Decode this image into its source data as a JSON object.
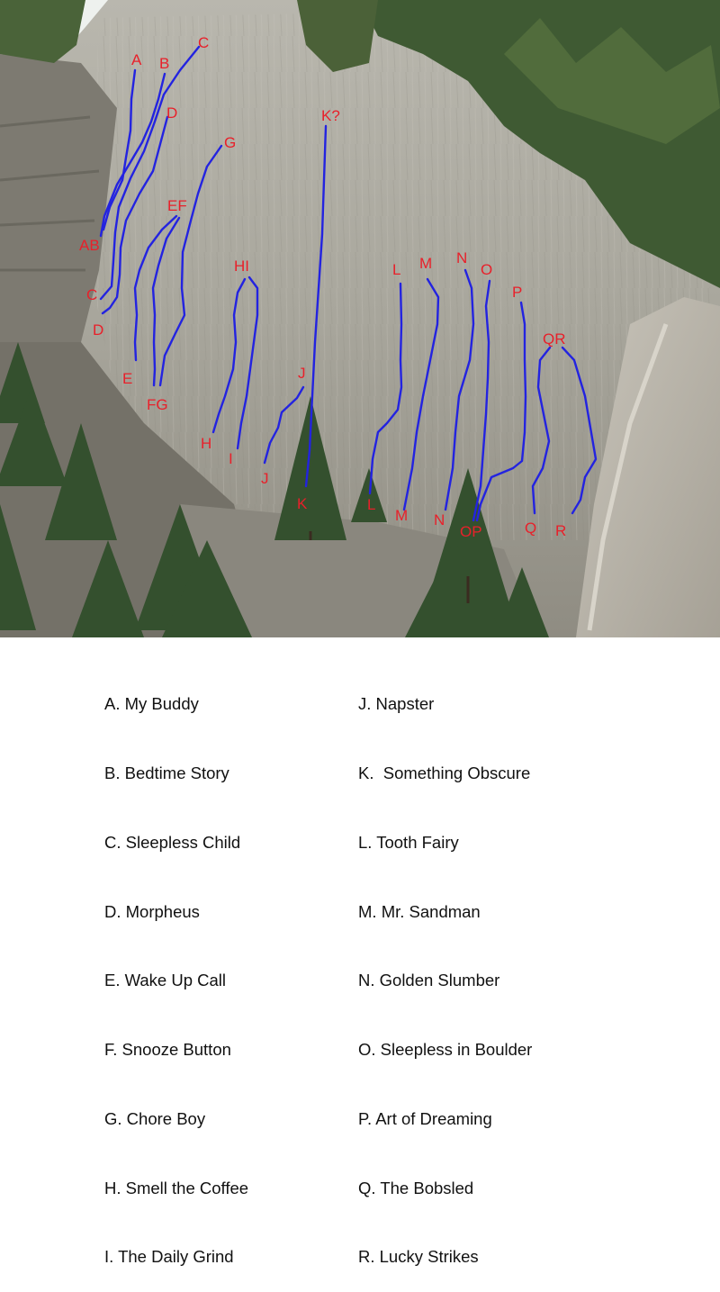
{
  "route_labels": [
    {
      "id": "A-top",
      "text": "A"
    },
    {
      "id": "B-top",
      "text": "B"
    },
    {
      "id": "C-top",
      "text": "C"
    },
    {
      "id": "D-top",
      "text": "D"
    },
    {
      "id": "G-top",
      "text": "G"
    },
    {
      "id": "K-top",
      "text": "K?"
    },
    {
      "id": "EF-top",
      "text": "EF"
    },
    {
      "id": "AB-bottom",
      "text": "AB"
    },
    {
      "id": "C-bottom",
      "text": "C"
    },
    {
      "id": "D-bottom",
      "text": "D"
    },
    {
      "id": "HI-top",
      "text": "HI"
    },
    {
      "id": "L-top",
      "text": "L"
    },
    {
      "id": "M-top",
      "text": "M"
    },
    {
      "id": "N-top",
      "text": "N"
    },
    {
      "id": "O-top",
      "text": "O"
    },
    {
      "id": "P-top",
      "text": "P"
    },
    {
      "id": "QR-top",
      "text": "QR"
    },
    {
      "id": "E-bottom",
      "text": "E"
    },
    {
      "id": "FG-bottom",
      "text": "FG"
    },
    {
      "id": "J-top",
      "text": "J"
    },
    {
      "id": "H-bottom",
      "text": "H"
    },
    {
      "id": "I-bottom",
      "text": "I"
    },
    {
      "id": "J-bottom",
      "text": "J"
    },
    {
      "id": "K-bottom",
      "text": "K"
    },
    {
      "id": "L-bottom",
      "text": "L"
    },
    {
      "id": "M-bottom",
      "text": "M"
    },
    {
      "id": "N-bottom",
      "text": "N"
    },
    {
      "id": "OP-bottom",
      "text": "OP"
    },
    {
      "id": "Q-bottom",
      "text": "Q"
    },
    {
      "id": "R-bottom",
      "text": "R"
    }
  ],
  "legend": {
    "left": [
      "A. My Buddy",
      "B. Bedtime Story",
      "C. Sleepless Child",
      "D. Morpheus",
      "E. Wake Up Call",
      "F. Snooze Button",
      "G. Chore Boy",
      "H. Smell the Coffee",
      "I. The Daily Grind"
    ],
    "right": [
      "J. Napster",
      "K.  Something Obscure",
      "L. Tooth Fairy",
      "M. Mr. Sandman",
      "N. Golden Slumber",
      "O. Sleepless in Boulder",
      "P. Art of Dreaming",
      "Q. The Bobsled",
      "R. Lucky Strikes"
    ]
  },
  "colors": {
    "route_line": "#2323e0",
    "route_label": "#e8202a",
    "sky": "#eef1ee",
    "rock": "#a9a79e",
    "forest": "#3f5a33"
  }
}
